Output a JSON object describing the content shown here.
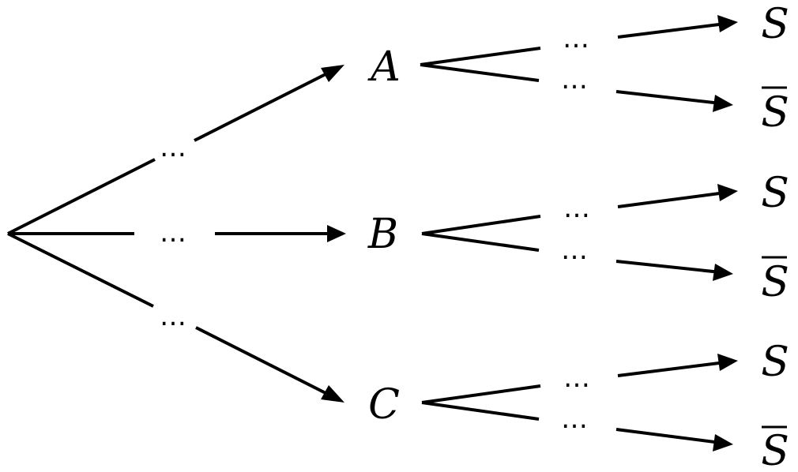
{
  "probability_tree": {
    "root_branch_labels": [
      "…",
      "…",
      "…"
    ],
    "first_level_nodes": [
      "A",
      "B",
      "C"
    ],
    "second_level": {
      "A": {
        "branch_labels": [
          "…",
          "…"
        ],
        "outcomes": [
          "S",
          "S̄"
        ]
      },
      "B": {
        "branch_labels": [
          "…",
          "…"
        ],
        "outcomes": [
          "S",
          "S̄"
        ]
      },
      "C": {
        "branch_labels": [
          "…",
          "…"
        ],
        "outcomes": [
          "S",
          "S̄"
        ]
      }
    },
    "outcome_event": "S",
    "complement_marker": "overline"
  }
}
